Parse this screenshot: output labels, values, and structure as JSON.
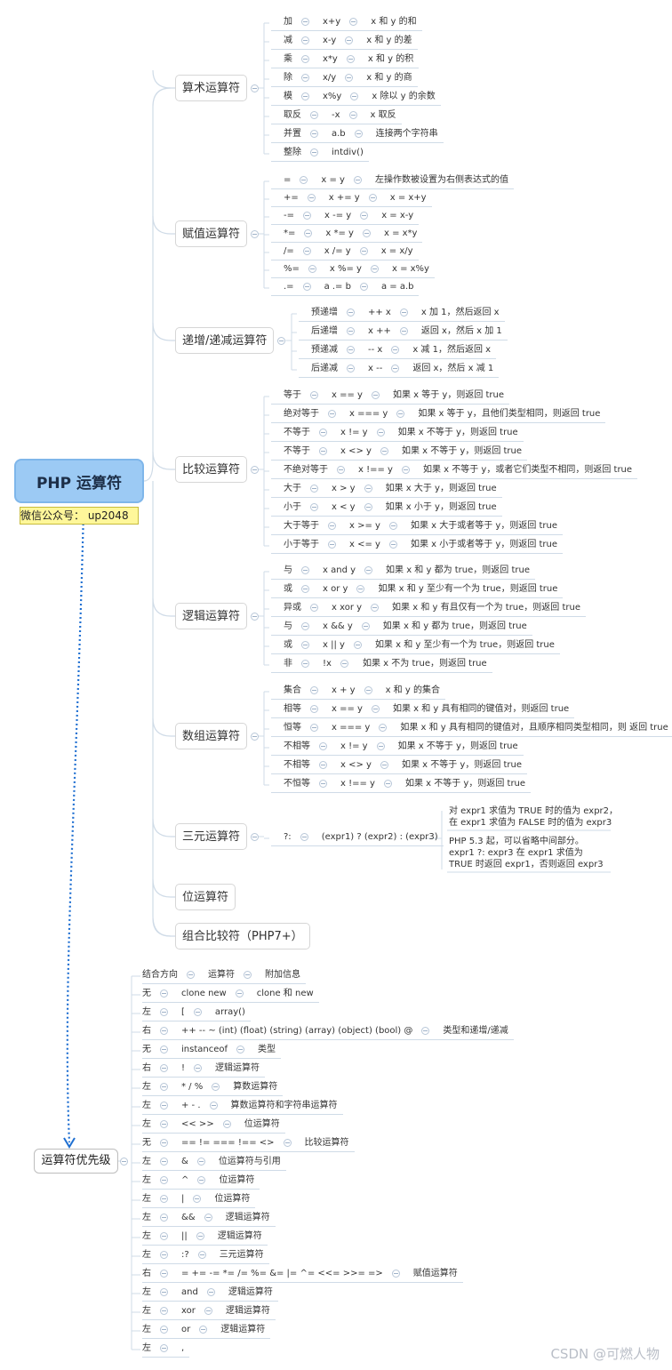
{
  "root": {
    "title": "PHP 运算符",
    "label": "微信公众号： up2048"
  },
  "categories": [
    {
      "label": "算术运算符",
      "items": [
        [
          "加",
          "x+y",
          "x 和 y 的和"
        ],
        [
          "减",
          "x-y",
          "x 和 y 的差"
        ],
        [
          "乘",
          "x*y",
          "x 和 y 的积"
        ],
        [
          "除",
          "x/y",
          "x 和 y 的商"
        ],
        [
          "模",
          "x%y",
          "x 除以 y 的余数"
        ],
        [
          "取反",
          "-x",
          "x 取反"
        ],
        [
          "并置",
          "a.b",
          "连接两个字符串"
        ],
        [
          "整除",
          "intdiv()"
        ]
      ]
    },
    {
      "label": "赋值运算符",
      "items": [
        [
          "=",
          "x = y",
          "左操作数被设置为右侧表达式的值"
        ],
        [
          "+=",
          "x += y",
          "x = x+y"
        ],
        [
          "-=",
          "x -= y",
          "x = x-y"
        ],
        [
          "*=",
          "x *= y",
          "x = x*y"
        ],
        [
          "/=",
          "x /= y",
          "x = x/y"
        ],
        [
          "%=",
          "x %= y",
          "x = x%y"
        ],
        [
          ".=",
          "a .= b",
          "a = a.b"
        ]
      ]
    },
    {
      "label": "递增/递减运算符",
      "items": [
        [
          "预递增",
          "++ x",
          "x 加 1，然后返回 x"
        ],
        [
          "后递增",
          "x ++",
          "返回 x，然后 x 加 1"
        ],
        [
          "预递减",
          "-- x",
          "x 减 1，然后返回 x"
        ],
        [
          "后递减",
          "x --",
          "返回 x，然后 x 减 1"
        ]
      ]
    },
    {
      "label": "比较运算符",
      "items": [
        [
          "等于",
          "x == y",
          "如果 x 等于 y，则返回 true"
        ],
        [
          "绝对等于",
          "x === y",
          "如果 x 等于 y，且他们类型相同，则返回 true"
        ],
        [
          "不等于",
          "x != y",
          "如果 x 不等于 y，则返回 true"
        ],
        [
          "不等于",
          "x <> y",
          "如果 x 不等于 y，则返回 true"
        ],
        [
          "不绝对等于",
          "x !== y",
          "如果 x 不等于 y，或者它们类型不相同，则返回 true"
        ],
        [
          "大于",
          "x > y",
          "如果 x 大于 y，则返回 true"
        ],
        [
          "小于",
          "x < y",
          "如果 x 小于 y，则返回 true"
        ],
        [
          "大于等于",
          "x >= y",
          "如果 x 大于或者等于 y，则返回  true"
        ],
        [
          "小于等于",
          "x <= y",
          "如果 x 小于或者等于 y，则返回 true"
        ]
      ]
    },
    {
      "label": "逻辑运算符",
      "items": [
        [
          "与",
          "x and y",
          "如果 x 和 y 都为 true，则返回 true"
        ],
        [
          "或",
          "x or y",
          "如果 x 和 y 至少有一个为 true，则返回 true"
        ],
        [
          "异或",
          "x xor y",
          "如果 x 和 y 有且仅有一个为 true，则返回 true"
        ],
        [
          "与",
          "x && y",
          "如果 x 和 y 都为 true，则返回 true"
        ],
        [
          "或",
          "x || y",
          "如果 x 和 y 至少有一个为 true，则返回 true"
        ],
        [
          "非",
          "!x",
          "如果 x 不为 true，则返回 true"
        ]
      ]
    },
    {
      "label": "数组运算符",
      "items": [
        [
          "集合",
          "x + y",
          "x 和 y 的集合"
        ],
        [
          "相等",
          "x == y",
          "如果 x 和 y 具有相同的键值对，则返回 true"
        ],
        [
          "恒等",
          "x === y",
          "如果 x 和 y 具有相同的键值对，且顺序相同类型相同，则 返回 true"
        ],
        [
          "不相等",
          "x != y",
          "如果 x 不等于 y，则返回 true"
        ],
        [
          "不相等",
          "x <> y",
          "如果 x 不等于 y，则返回 true"
        ],
        [
          "不恒等",
          "x !== y",
          "如果 x 不等于 y，则返回 true"
        ]
      ]
    },
    {
      "label": "三元运算符",
      "items": [
        [
          "?:",
          "(expr1) ? (expr2) : (expr3)"
        ]
      ],
      "notes": [
        "对 expr1 求值为 TRUE 时的值为 expr2，\n在 expr1 求值为 FALSE 时的值为 expr3",
        "PHP 5.3 起，可以省略中间部分。\nexpr1 ?: expr3 在 expr1 求值为\nTRUE 时返回 expr1，否则返回 expr3"
      ]
    },
    {
      "label": "位运算符",
      "items": []
    },
    {
      "label": "组合比较符（PHP7+）",
      "items": []
    }
  ],
  "precedence": {
    "title": "运算符优先级",
    "header": [
      "结合方向",
      "运算符",
      "附加信息"
    ],
    "rows": [
      [
        "无",
        "clone new",
        "clone 和 new"
      ],
      [
        "左",
        "[",
        "array()"
      ],
      [
        "右",
        "++ -- ~ (int) (float) (string) (array) (object) (bool) @",
        "类型和递增/递减"
      ],
      [
        "无",
        "instanceof",
        "类型"
      ],
      [
        "右",
        "!",
        "逻辑运算符"
      ],
      [
        "左",
        "* / %",
        "算数运算符"
      ],
      [
        "左",
        "+ - .",
        "算数运算符和字符串运算符"
      ],
      [
        "左",
        "<< >>",
        "位运算符"
      ],
      [
        "无",
        "== != === !== <>",
        "比较运算符"
      ],
      [
        "左",
        "&",
        "位运算符与引用"
      ],
      [
        "左",
        "^",
        "位运算符"
      ],
      [
        "左",
        "|",
        "位运算符"
      ],
      [
        "左",
        "&&",
        "逻辑运算符"
      ],
      [
        "左",
        "||",
        "逻辑运算符"
      ],
      [
        "左",
        ":?",
        "三元运算符"
      ],
      [
        "右",
        "= += -= *= /= %= &= |= ^= <<= >>= =>",
        "赋值运算符"
      ],
      [
        "左",
        "and",
        "逻辑运算符"
      ],
      [
        "左",
        "xor",
        "逻辑运算符"
      ],
      [
        "左",
        "or",
        "逻辑运算符"
      ],
      [
        "左",
        ","
      ]
    ]
  },
  "watermark": "CSDN @可燃人物",
  "colors": {
    "root_fill": "#9ccaf4",
    "label_fill": "#fff79a",
    "link": "#1f6fd1",
    "line": "#cfdbe7"
  }
}
